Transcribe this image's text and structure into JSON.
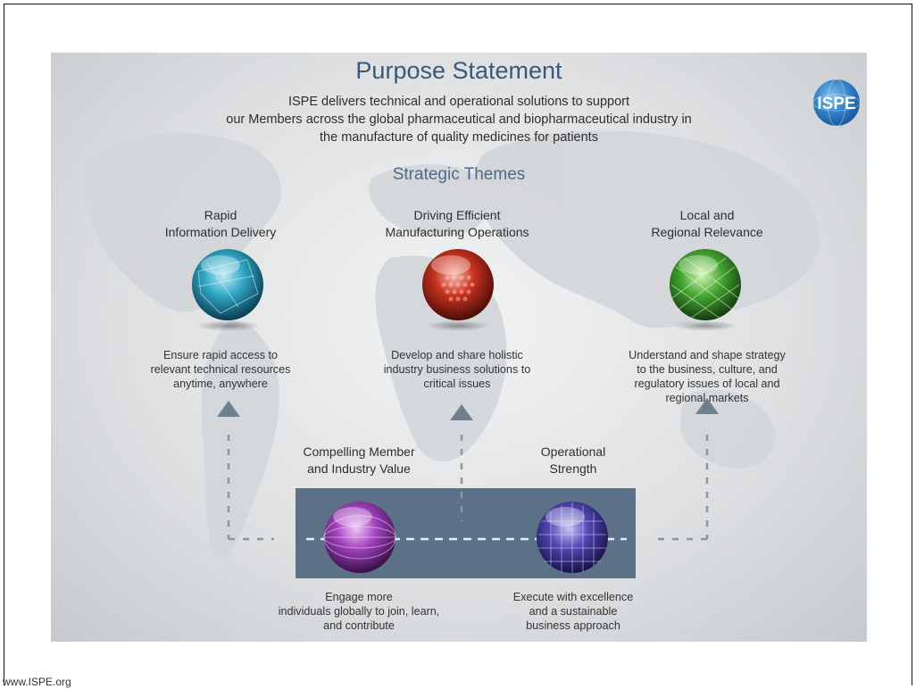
{
  "title": "Purpose Statement",
  "purpose_lines": [
    "ISPE delivers technical and operational solutions to support",
    "our Members across the global pharmaceutical and biopharmaceutical industry in",
    "the manufacture of quality medicines for patients"
  ],
  "logo_text": "ISPE",
  "subtitle": "Strategic Themes",
  "themes_top": [
    {
      "title_lines": [
        "Rapid",
        "Information Delivery"
      ],
      "desc_lines": [
        "Ensure rapid access to",
        "relevant technical resources",
        "anytime, anywhere"
      ],
      "color": "#1f9bb8"
    },
    {
      "title_lines": [
        "Driving Efficient",
        "Manufacturing Operations"
      ],
      "desc_lines": [
        "Develop and share holistic",
        "industry business solutions to",
        "critical issues"
      ],
      "color": "#c0281c"
    },
    {
      "title_lines": [
        "Local and",
        "Regional Relevance"
      ],
      "desc_lines": [
        "Understand and shape strategy",
        "to the business, culture, and",
        "regulatory issues of local and",
        "regional markets"
      ],
      "color": "#3f9a2c"
    }
  ],
  "themes_bottom": [
    {
      "title_lines": [
        "Compelling Member",
        "and Industry Value"
      ],
      "desc_lines": [
        "Engage more",
        "individuals globally to join, learn,",
        "and contribute"
      ],
      "color": "#9a3fb0"
    },
    {
      "title_lines": [
        "Operational",
        "Strength"
      ],
      "desc_lines": [
        "Execute with excellence",
        "and a sustainable",
        "business approach"
      ],
      "color": "#4b3fa8"
    }
  ],
  "footer": "www.ISPE.org"
}
